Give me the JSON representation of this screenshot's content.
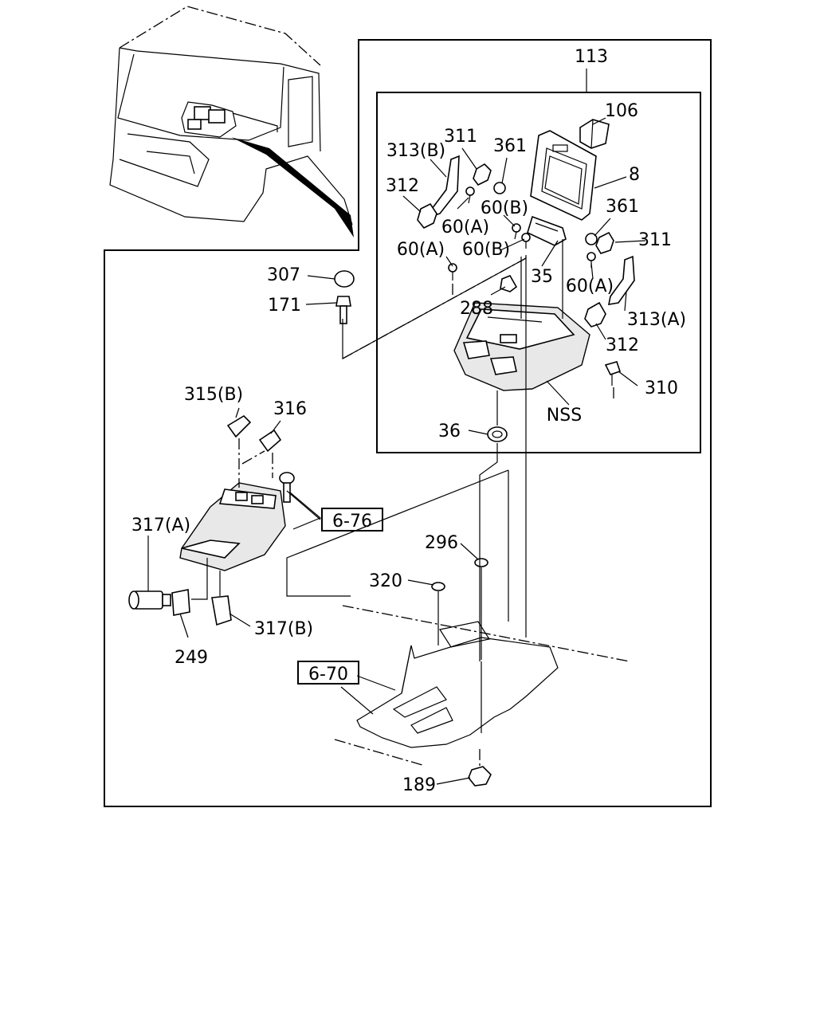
{
  "callouts": {
    "c113": "113",
    "c106": "106",
    "c8": "8",
    "c311a": "311",
    "c311b": "311",
    "c313b": "313(B)",
    "c313a": "313(A)",
    "c361a": "361",
    "c361b": "361",
    "c312a": "312",
    "c312b": "312",
    "c60b1": "60(B)",
    "c60b2": "60(B)",
    "c60a1": "60(A)",
    "c60a2": "60(A)",
    "c60a3": "60(A)",
    "c307": "307",
    "c171": "171",
    "c35": "35",
    "c288": "288",
    "c310": "310",
    "cNSS": "NSS",
    "c36": "36",
    "c315b": "315(B)",
    "c316": "316",
    "c317a": "317(A)",
    "c317b": "317(B)",
    "c249": "249",
    "c296": "296",
    "c320": "320",
    "c189": "189"
  },
  "references": {
    "ref_676": "6-76",
    "ref_670": "6-70"
  }
}
